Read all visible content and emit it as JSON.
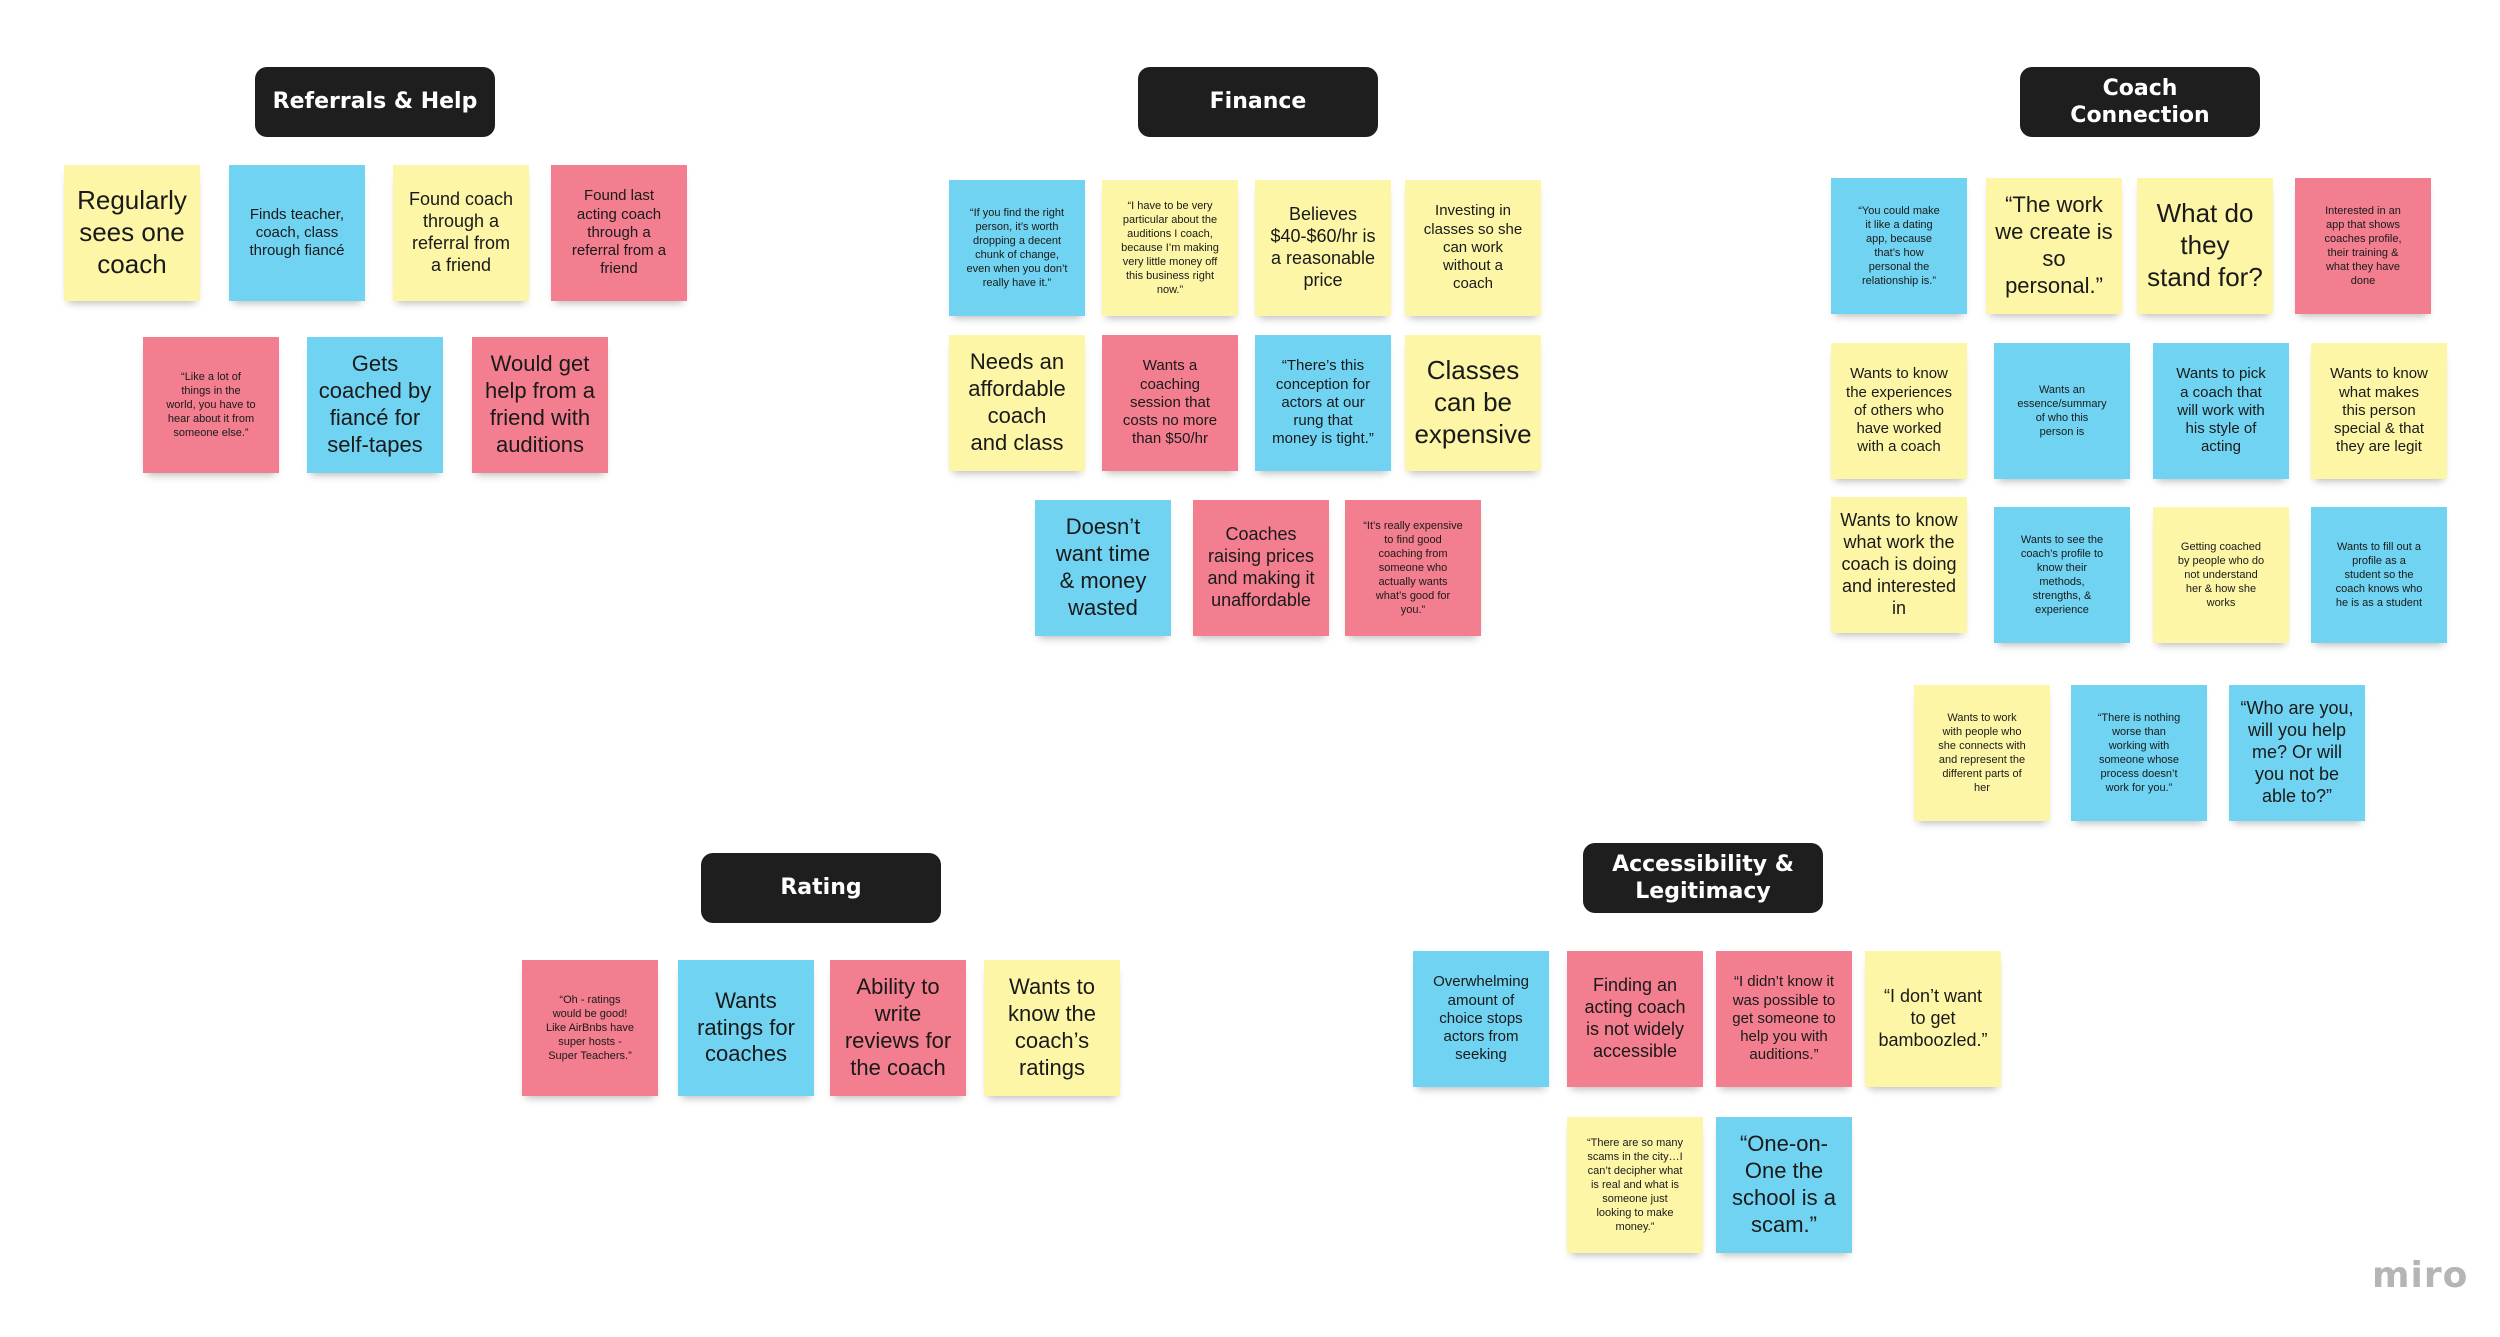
{
  "colors": {
    "yellow": "#fdf6a6",
    "blue": "#6fd3f1",
    "pink": "#f27e8f",
    "header": "#1e1e1e"
  },
  "logo": "miro",
  "groups": [
    {
      "title": "Referrals & Help",
      "notes": [
        {
          "text": "Regularly\nsees one\ncoach",
          "color": "yellow",
          "size": "xl"
        },
        {
          "text": "Finds teacher,\ncoach, class\nthrough fiancé",
          "color": "blue",
          "size": "s"
        },
        {
          "text": "Found coach\nthrough a\nreferral from\na friend",
          "color": "yellow",
          "size": "m"
        },
        {
          "text": "Found  last\nacting coach\nthrough a\nreferral from a\nfriend",
          "color": "pink",
          "size": "s"
        },
        {
          "text": "“Like a lot of\nthings in the\nworld, you have to\nhear about it from\nsomeone else.”",
          "color": "pink",
          "size": "xs"
        },
        {
          "text": "Gets\ncoached by\nfiancé for\nself-tapes",
          "color": "blue",
          "size": "l"
        },
        {
          "text": "Would get\nhelp from a\nfriend with\nauditions",
          "color": "pink",
          "size": "l"
        }
      ]
    },
    {
      "title": "Finance",
      "notes": [
        {
          "text": "“If you find the right\nperson, it’s worth\ndropping a decent\nchunk of change,\neven when you don’t\nreally have it.”",
          "color": "blue",
          "size": "xs"
        },
        {
          "text": "“I have to be very\nparticular about the\nauditions I coach,\nbecause I’m making\nvery little money off\nthis business right\nnow.”",
          "color": "yellow",
          "size": "xs"
        },
        {
          "text": "Believes\n$40-$60/hr is\na reasonable\nprice",
          "color": "yellow",
          "size": "m"
        },
        {
          "text": "Investing in\nclasses so she\ncan work\nwithout a\ncoach",
          "color": "yellow",
          "size": "s"
        },
        {
          "text": "Needs an\naffordable\ncoach\nand class",
          "color": "yellow",
          "size": "l"
        },
        {
          "text": "Wants a\ncoaching\nsession that\ncosts no more\nthan $50/hr",
          "color": "pink",
          "size": "s"
        },
        {
          "text": "“There’s this\nconception for\nactors at our\nrung that\nmoney is tight.”",
          "color": "blue",
          "size": "s"
        },
        {
          "text": "Classes\ncan be\nexpensive",
          "color": "yellow",
          "size": "xl"
        },
        {
          "text": "Doesn’t\nwant  time\n& money\nwasted",
          "color": "blue",
          "size": "l"
        },
        {
          "text": "Coaches\nraising prices\nand making it\nunaffordable",
          "color": "pink",
          "size": "m"
        },
        {
          "text": "“It’s really expensive\nto find good\ncoaching from\nsomeone who\nactually wants\nwhat’s good for\nyou.”",
          "color": "pink",
          "size": "xs"
        }
      ]
    },
    {
      "title": "Coach Connection",
      "notes": [
        {
          "text": "“You could make\nit like a dating\napp, because\nthat’s how\npersonal the\nrelationship is.”",
          "color": "blue",
          "size": "xs"
        },
        {
          "text": "“The work\nwe create is\nso\npersonal.”",
          "color": "yellow",
          "size": "l"
        },
        {
          "text": "What do\nthey\nstand for?",
          "color": "yellow",
          "size": "xl"
        },
        {
          "text": "Interested in an\napp that shows\ncoaches profile,\ntheir training &\nwhat they have\ndone",
          "color": "pink",
          "size": "xs"
        },
        {
          "text": "Wants to know\nthe experiences\nof others who\nhave worked\nwith a coach",
          "color": "yellow",
          "size": "s"
        },
        {
          "text": "Wants an\nessence/summary\nof who this\nperson is",
          "color": "blue",
          "size": "xs"
        },
        {
          "text": "Wants to pick\na coach that\nwill work with\nhis style of\nacting",
          "color": "blue",
          "size": "s"
        },
        {
          "text": "Wants to know\nwhat makes\nthis person\nspecial & that\nthey are legit",
          "color": "yellow",
          "size": "s"
        },
        {
          "text": "Wants to know\nwhat work the\ncoach is doing\nand interested\nin",
          "color": "yellow",
          "size": "m"
        },
        {
          "text": "Wants to see the\ncoach’s profile to\nknow their\nmethods,\nstrengths, &\nexperience",
          "color": "blue",
          "size": "xs"
        },
        {
          "text": "Getting coached\nby people who do\nnot understand\nher & how she\nworks",
          "color": "yellow",
          "size": "xs"
        },
        {
          "text": "Wants to fill out a\nprofile as a\nstudent so the\ncoach knows who\nhe is as a student",
          "color": "blue",
          "size": "xs"
        },
        {
          "text": "Wants to work\nwith people who\nshe connects with\nand represent the\ndifferent parts of\nher",
          "color": "yellow",
          "size": "xs"
        },
        {
          "text": "“There is nothing\nworse than\nworking with\nsomeone whose\nprocess doesn’t\nwork for you.”",
          "color": "blue",
          "size": "xs"
        },
        {
          "text": "“Who are you,\nwill you help\nme? Or will\nyou not be\nable to?”",
          "color": "blue",
          "size": "m"
        }
      ]
    },
    {
      "title": "Rating",
      "notes": [
        {
          "text": "“Oh - ratings\nwould be good!\nLike AirBnbs have\nsuper hosts -\nSuper Teachers.”",
          "color": "pink",
          "size": "xs"
        },
        {
          "text": "Wants\nratings for\ncoaches",
          "color": "blue",
          "size": "l"
        },
        {
          "text": "Ability to\nwrite\nreviews for\nthe coach",
          "color": "pink",
          "size": "l"
        },
        {
          "text": "Wants to\nknow the\ncoach’s\nratings",
          "color": "yellow",
          "size": "l"
        }
      ]
    },
    {
      "title": "Accessibility &\nLegitimacy",
      "notes": [
        {
          "text": "Overwhelming\namount of\nchoice stops\nactors from\nseeking",
          "color": "blue",
          "size": "s"
        },
        {
          "text": "Finding an\nacting coach\nis not widely\naccessible",
          "color": "pink",
          "size": "m"
        },
        {
          "text": "“I didn’t know it\nwas possible to\nget someone to\nhelp you with\nauditions.”",
          "color": "pink",
          "size": "s"
        },
        {
          "text": "“I don’t want\nto get\nbamboozled.”",
          "color": "yellow",
          "size": "m"
        },
        {
          "text": "“There are so many\nscams in the city…I\ncan’t decipher what\nis real and what is\nsomeone just\nlooking to make\nmoney.”",
          "color": "yellow",
          "size": "xs"
        },
        {
          "text": "“One-on-\nOne the\nschool is a\nscam.”",
          "color": "blue",
          "size": "l"
        }
      ]
    }
  ]
}
